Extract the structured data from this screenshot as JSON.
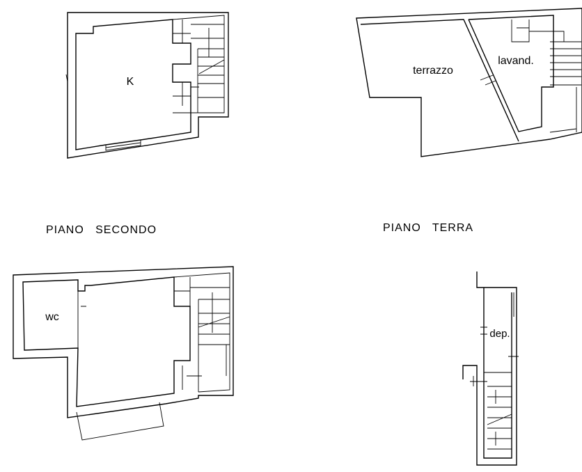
{
  "captions": {
    "left": "PIANO   SECONDO",
    "right": "PIANO   TERRA"
  },
  "rooms": {
    "k": "K",
    "terrazzo": "terrazzo",
    "lavand": "lavand.",
    "wc": "wc",
    "dep": "dep."
  }
}
